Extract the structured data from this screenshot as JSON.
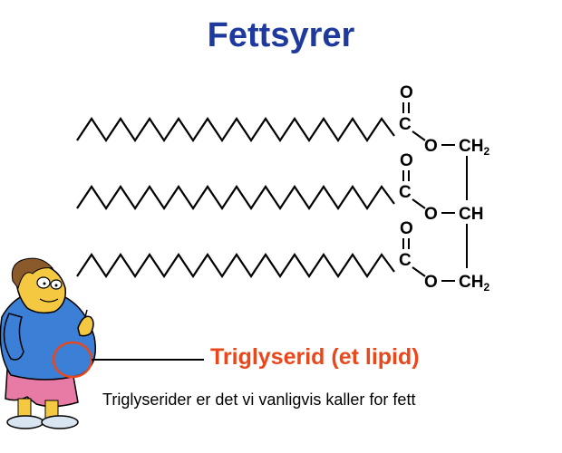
{
  "title": "Fettsyrer",
  "atoms": {
    "oxygen": "O",
    "carbon": "C",
    "ch2_prefix": "CH",
    "ch2_subscript": "2",
    "ch": "CH"
  },
  "label": "Triglyserid (et lipid)",
  "caption": "Triglyserider er det vi vanligvis kaller for fett",
  "colors": {
    "title": "#1f3a9e",
    "label": "#e8481c",
    "pointer": "#e8481c"
  },
  "illustration": "cartoon-man-holding-belly"
}
